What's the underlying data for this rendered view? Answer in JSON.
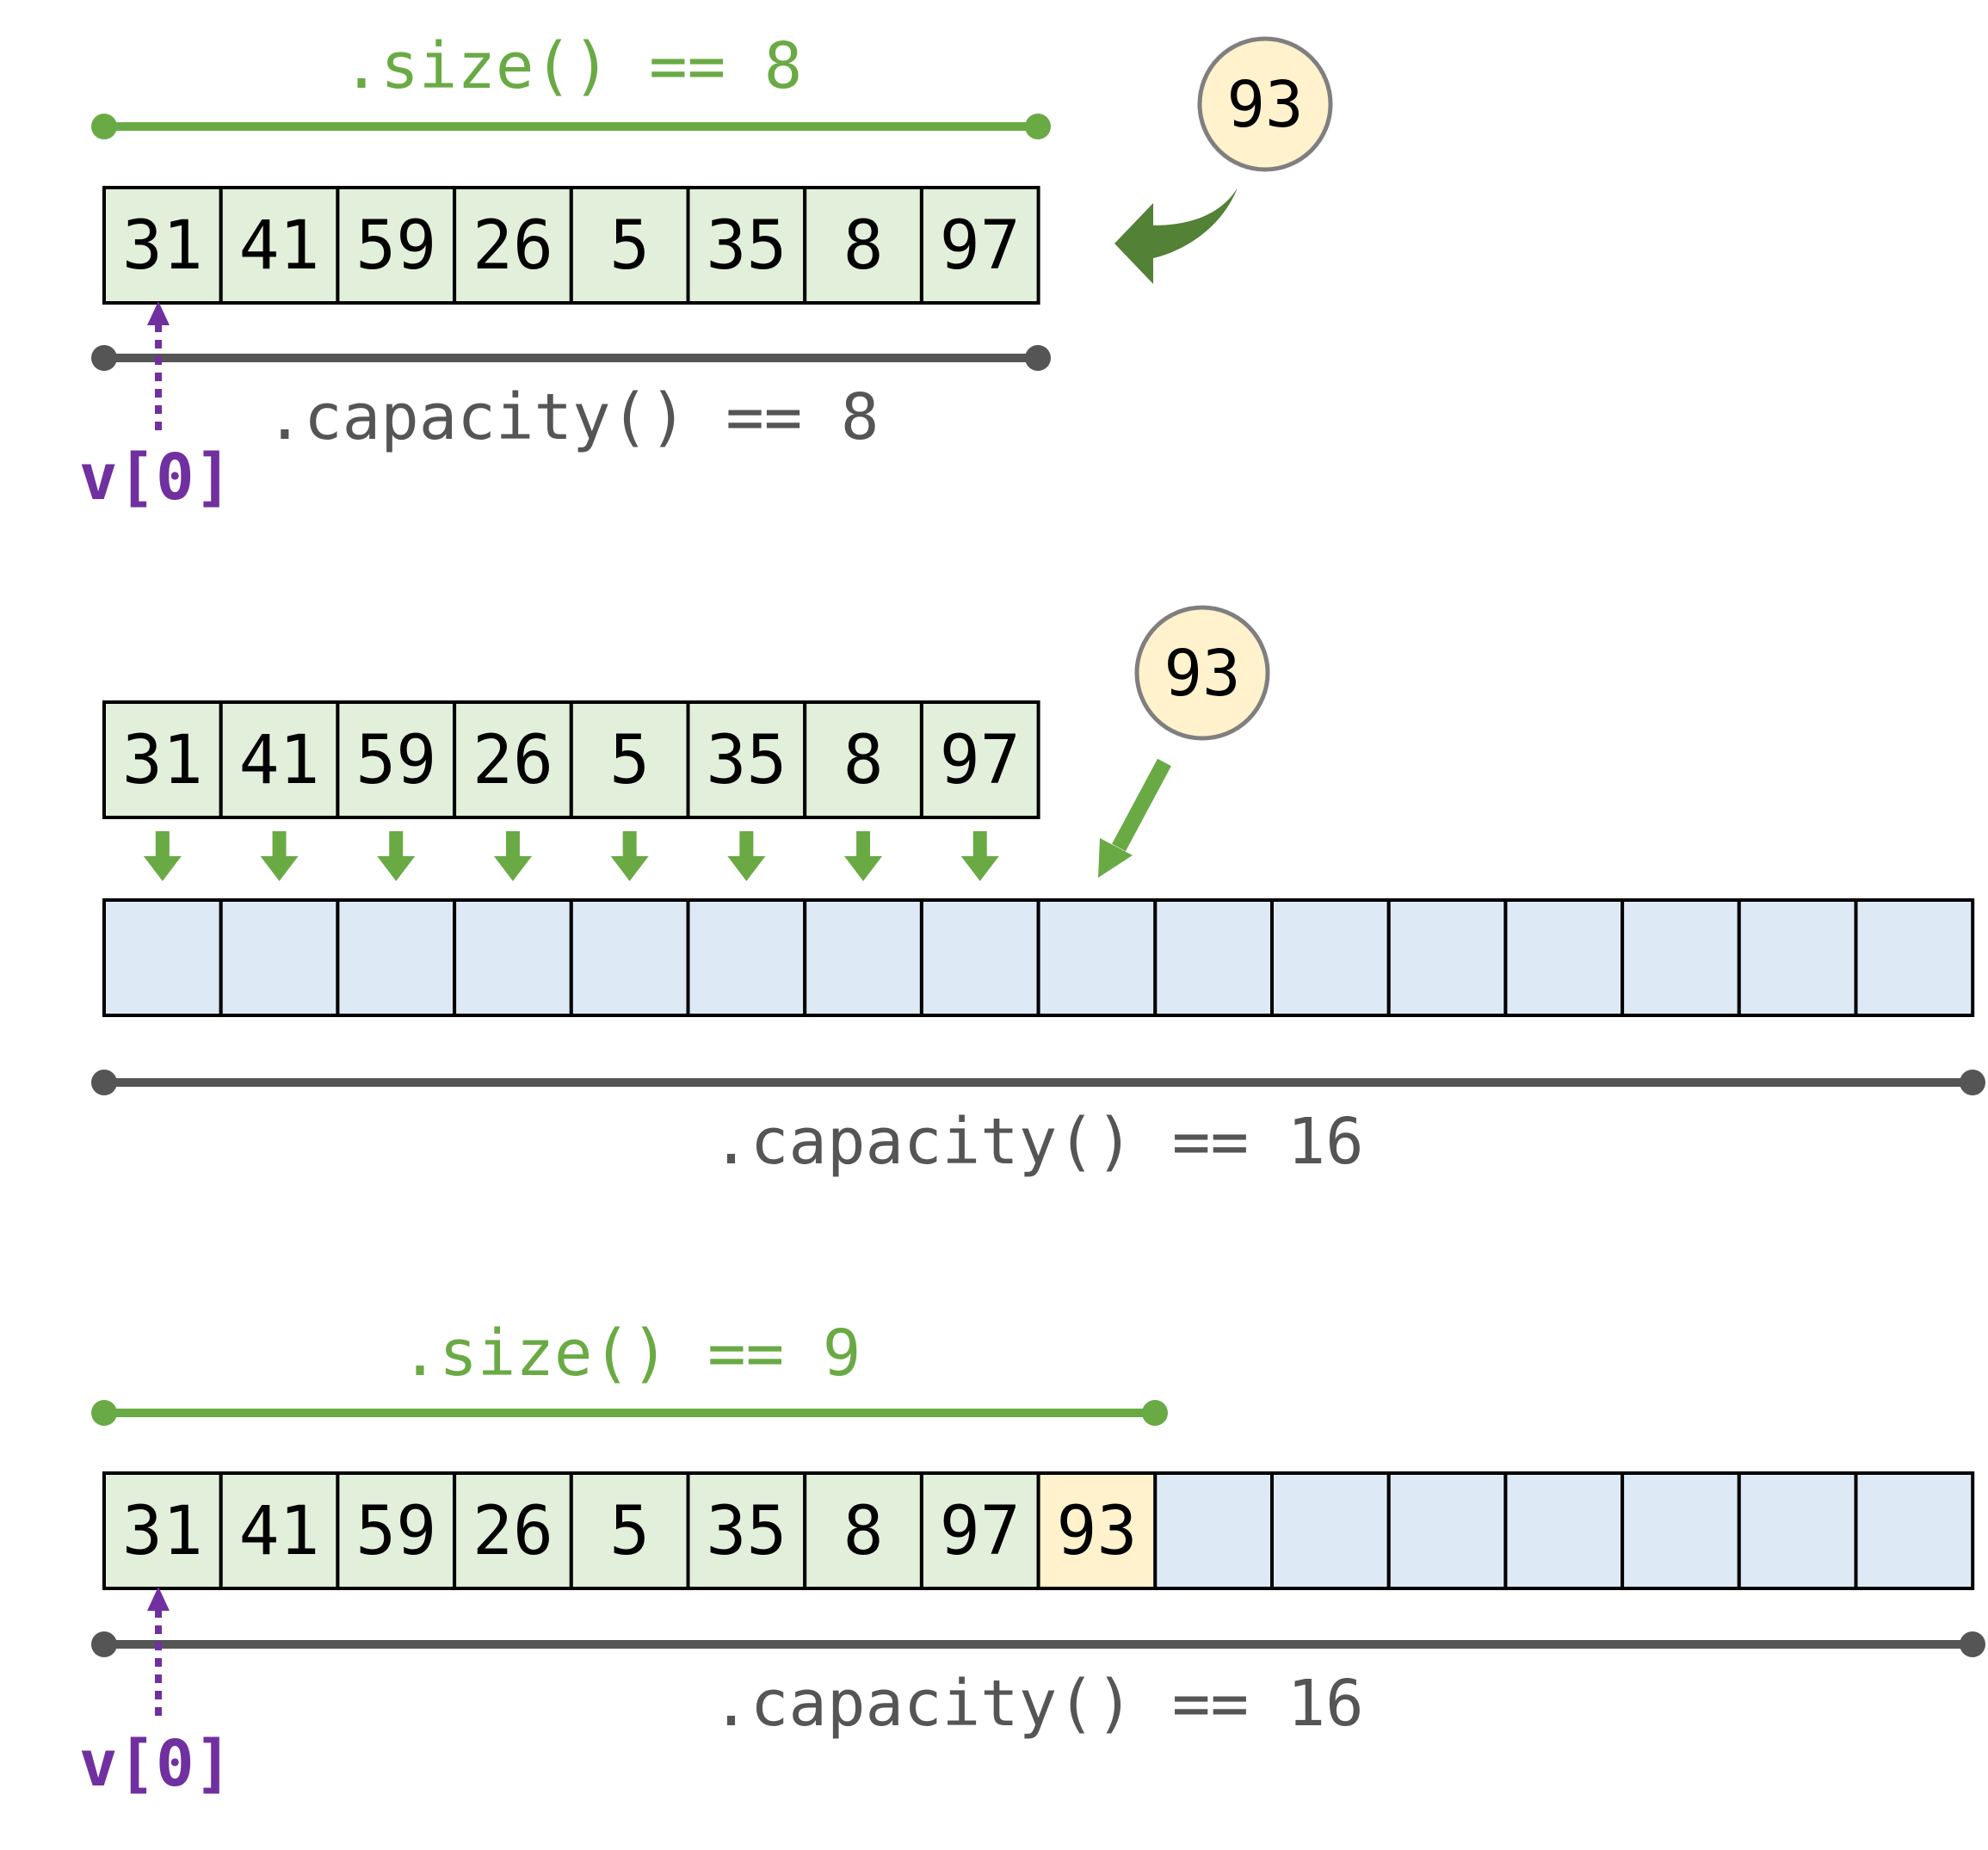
{
  "colors": {
    "green_fill": "#e2efda",
    "blue_fill": "#ddeaf6",
    "yellow_fill": "#fff2cc",
    "green_line": "#6aaa45",
    "dark_green": "#538135",
    "gray_line": "#555555",
    "purple": "#7030a0",
    "circle_stroke": "#7f7f7f",
    "cell_stroke": "#000000"
  },
  "panel1": {
    "size_label": ".size() == 8",
    "capacity_label": ".capacity() == 8",
    "index_label": "v[0]",
    "values": [
      "31",
      "41",
      "59",
      "26",
      "5",
      "35",
      "8",
      "97"
    ],
    "new_value": "93"
  },
  "panel2": {
    "old_values": [
      "31",
      "41",
      "59",
      "26",
      "5",
      "35",
      "8",
      "97"
    ],
    "new_capacity": 16,
    "capacity_label": ".capacity() == 16",
    "new_value": "93"
  },
  "panel3": {
    "size_label": ".size() == 9",
    "capacity_label": ".capacity() == 16",
    "index_label": "v[0]",
    "values": [
      "31",
      "41",
      "59",
      "26",
      "5",
      "35",
      "8",
      "97",
      "93"
    ],
    "capacity": 16
  }
}
